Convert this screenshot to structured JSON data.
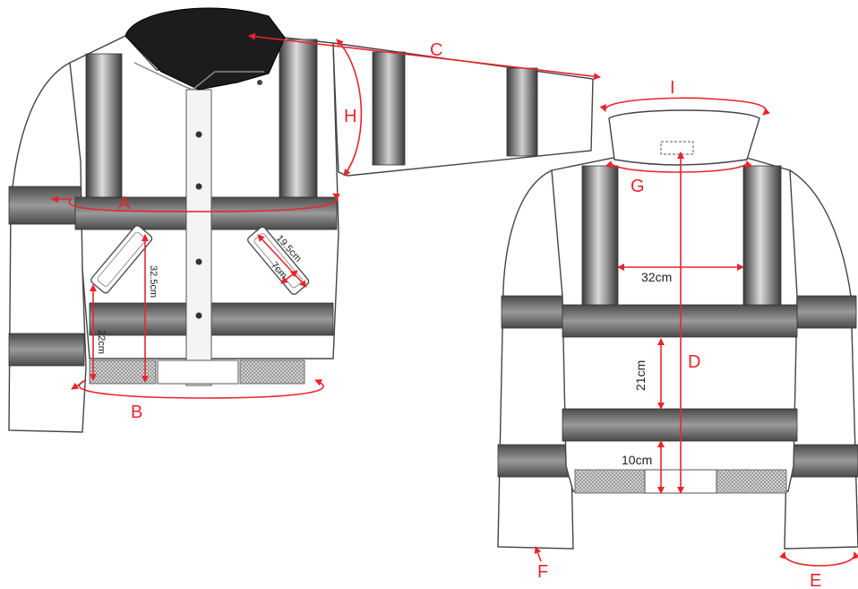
{
  "labels": {
    "A": "A",
    "B": "B",
    "C": "C",
    "D": "D",
    "E": "E",
    "F": "F",
    "G": "G",
    "H": "H",
    "I": "I"
  },
  "dimensions": {
    "pocket_length": "19.5cm",
    "pocket_width": "7cm",
    "pocket_height": "32.5cm",
    "rib_to_pocket": "22cm",
    "back_shoulder_tape_gap": "32cm",
    "back_band_gap": "21cm",
    "bottom_band_gap": "10cm"
  },
  "colors": {
    "annotation": "#e8252b",
    "outline": "#444444",
    "collar": "#1c1c1c"
  }
}
